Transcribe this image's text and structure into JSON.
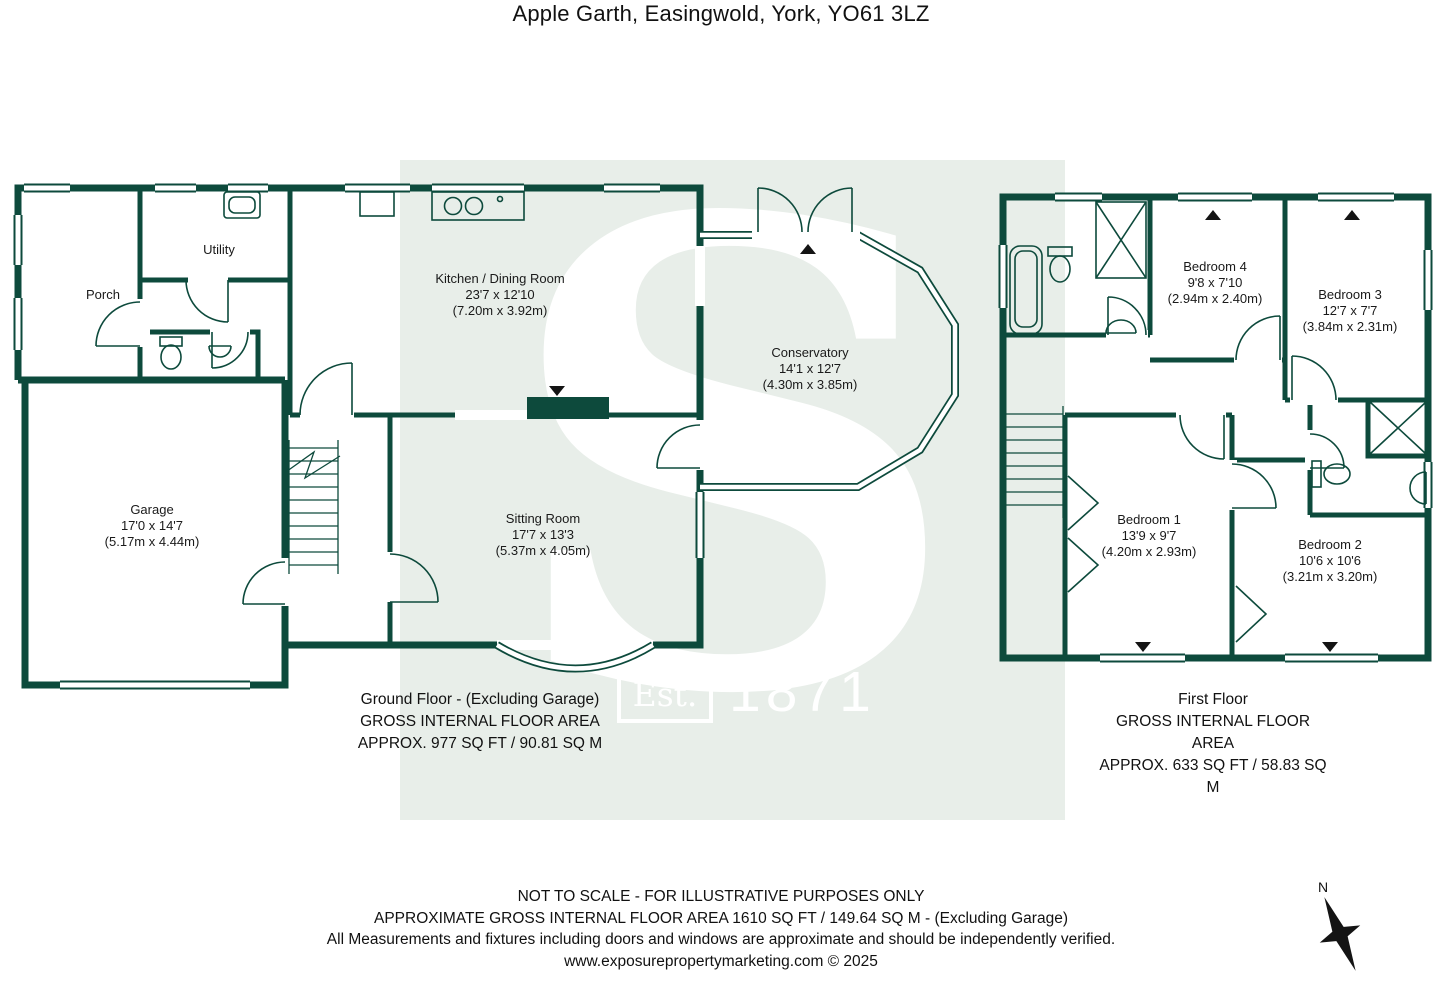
{
  "title": "Apple Garth, Easingwold, York, YO61 3LZ",
  "watermark": {
    "letter": "S",
    "est": "Est.",
    "year": "1871"
  },
  "colors": {
    "wall": "#0d4a3c",
    "watermark_bg": "#e8eee9"
  },
  "ground_floor": {
    "rooms": {
      "porch": {
        "name": "Porch"
      },
      "utility": {
        "name": "Utility"
      },
      "garage": {
        "name": "Garage",
        "imperial": "17'0 x 14'7",
        "metric": "(5.17m x 4.44m)"
      },
      "kitchen": {
        "name": "Kitchen / Dining Room",
        "imperial": "23'7 x 12'10",
        "metric": "(7.20m x 3.92m)"
      },
      "sitting": {
        "name": "Sitting Room",
        "imperial": "17'7 x 13'3",
        "metric": "(5.37m x 4.05m)"
      },
      "conservatory": {
        "name": "Conservatory",
        "imperial": "14'1 x 12'7",
        "metric": "(4.30m x 3.85m)"
      }
    },
    "caption": {
      "line1": "Ground Floor - (Excluding Garage)",
      "line2": "GROSS INTERNAL FLOOR AREA",
      "line3": "APPROX. 977 SQ FT / 90.81 SQ M"
    }
  },
  "first_floor": {
    "rooms": {
      "bedroom4": {
        "name": "Bedroom 4",
        "imperial": "9'8 x 7'10",
        "metric": "(2.94m x 2.40m)"
      },
      "bedroom3": {
        "name": "Bedroom 3",
        "imperial": "12'7 x 7'7",
        "metric": "(3.84m x 2.31m)"
      },
      "bedroom1": {
        "name": "Bedroom 1",
        "imperial": "13'9 x 9'7",
        "metric": "(4.20m x 2.93m)"
      },
      "bedroom2": {
        "name": "Bedroom 2",
        "imperial": "10'6 x 10'6",
        "metric": "(3.21m x 3.20m)"
      }
    },
    "caption": {
      "line1": "First Floor",
      "line2": "GROSS INTERNAL FLOOR AREA",
      "line3": "APPROX. 633 SQ FT / 58.83 SQ M"
    }
  },
  "footer": {
    "line1": "NOT TO SCALE - FOR ILLUSTRATIVE PURPOSES ONLY",
    "line2": "APPROXIMATE GROSS INTERNAL FLOOR AREA 1610 SQ FT / 149.64 SQ M - (Excluding Garage)",
    "line3": "All Measurements and fixtures including doors and windows are approximate and should be independently verified.",
    "line4": "www.exposurepropertymarketing.com © 2025"
  },
  "compass": {
    "north": "N"
  }
}
